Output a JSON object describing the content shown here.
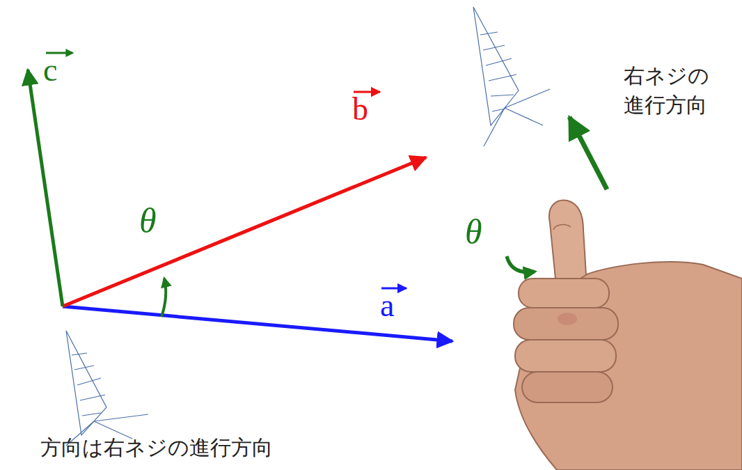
{
  "diagram": {
    "labels": [
      "c",
      "b",
      "a",
      "θ",
      "θ",
      "右ネジの",
      "進行方向",
      "方向は右ネジの進行方向"
    ]
  }
}
